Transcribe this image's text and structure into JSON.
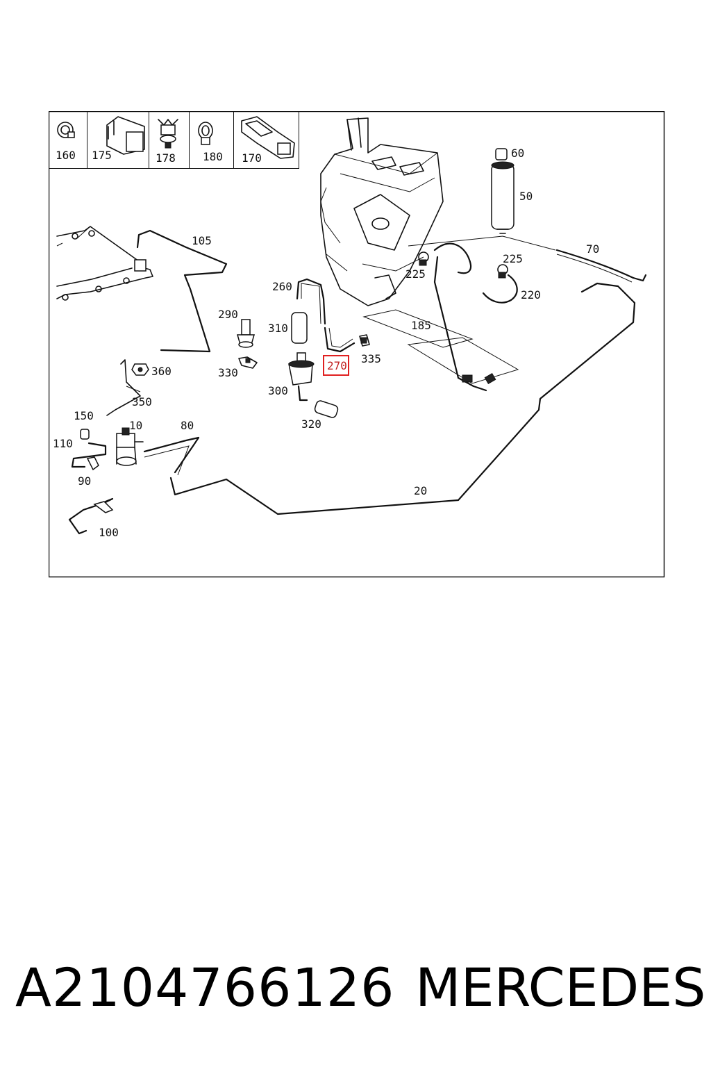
{
  "header_boxes": [
    {
      "label": "160",
      "icon": "hose-clamp-icon"
    },
    {
      "label": "175",
      "icon": "connector-block-icon"
    },
    {
      "label": "178",
      "icon": "valve-holder-icon"
    },
    {
      "label": "180",
      "icon": "clip-icon"
    },
    {
      "label": "170",
      "icon": "bracket-icon"
    }
  ],
  "callouts": {
    "c60": "60",
    "c50": "50",
    "c70": "70",
    "c225a": "225",
    "c225b": "225",
    "c220": "220",
    "c185": "185",
    "c105": "105",
    "c260": "260",
    "c290": "290",
    "c310": "310",
    "c270": "270",
    "c335": "335",
    "c330": "330",
    "c360": "360",
    "c300": "300",
    "c350": "350",
    "c150": "150",
    "c10": "10",
    "c80": "80",
    "c110": "110",
    "c320": "320",
    "c90": "90",
    "c20": "20",
    "c100": "100"
  },
  "highlighted_part": "270",
  "footer": {
    "part_number": "A2104766126",
    "brand": "MERCEDES"
  },
  "colors": {
    "highlight": "#e02020",
    "line": "#111111",
    "background": "#ffffff"
  }
}
